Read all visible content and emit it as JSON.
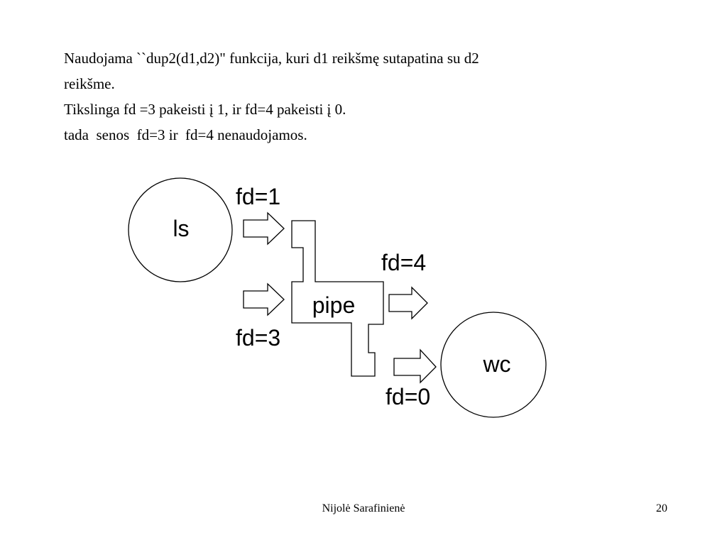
{
  "slide": {
    "lines": [
      "Naudojama ``dup2(d1,d2)\" funkcija, kuri d1 reikšmę sutapatina su d2",
      "reikšme.",
      "Tikslinga fd =3 pakeisti į 1, ir fd=4 pakeisti į 0.",
      "tada  senos  fd=3 ir  fd=4 nenaudojamos."
    ]
  },
  "diagram": {
    "ls_label": "ls",
    "wc_label": "wc",
    "pipe_label": "pipe",
    "fd1_label": "fd=1",
    "fd3_label": "fd=3",
    "fd4_label": "fd=4",
    "fd0_label": "fd=0"
  },
  "footer": {
    "author": "Nijolė Sarafinienė",
    "page": "20"
  }
}
